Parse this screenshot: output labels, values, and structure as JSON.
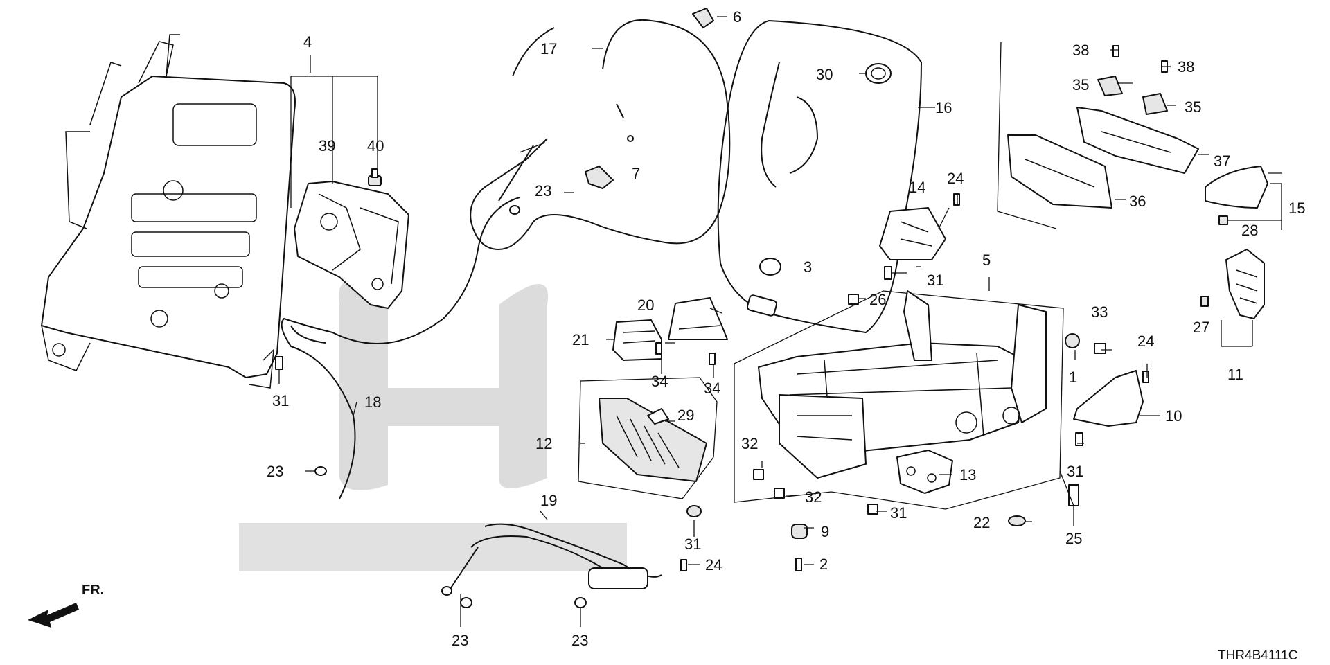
{
  "diagram_code": "THR4B4111C",
  "direction_label": "FR.",
  "callouts": {
    "c1": "1",
    "c2": "2",
    "c3": "3",
    "c4": "4",
    "c5": "5",
    "c6": "6",
    "c7": "7",
    "c9": "9",
    "c10": "10",
    "c11": "11",
    "c12": "12",
    "c13": "13",
    "c14": "14",
    "c15": "15",
    "c16": "16",
    "c17": "17",
    "c18": "18",
    "c19": "19",
    "c20": "20",
    "c21": "21",
    "c22": "22",
    "c23a": "23",
    "c23b": "23",
    "c23c": "23",
    "c23d": "23",
    "c24a": "24",
    "c24b": "24",
    "c24c": "24",
    "c25": "25",
    "c26": "26",
    "c27": "27",
    "c28": "28",
    "c29": "29",
    "c30": "30",
    "c31a": "31",
    "c31b": "31",
    "c31c": "31",
    "c31d": "31",
    "c31e": "31",
    "c32a": "32",
    "c32b": "32",
    "c33": "33",
    "c34a": "34",
    "c34b": "34",
    "c35a": "35",
    "c35b": "35",
    "c36": "36",
    "c37": "37",
    "c38a": "38",
    "c38b": "38",
    "c39": "39",
    "c40": "40"
  }
}
